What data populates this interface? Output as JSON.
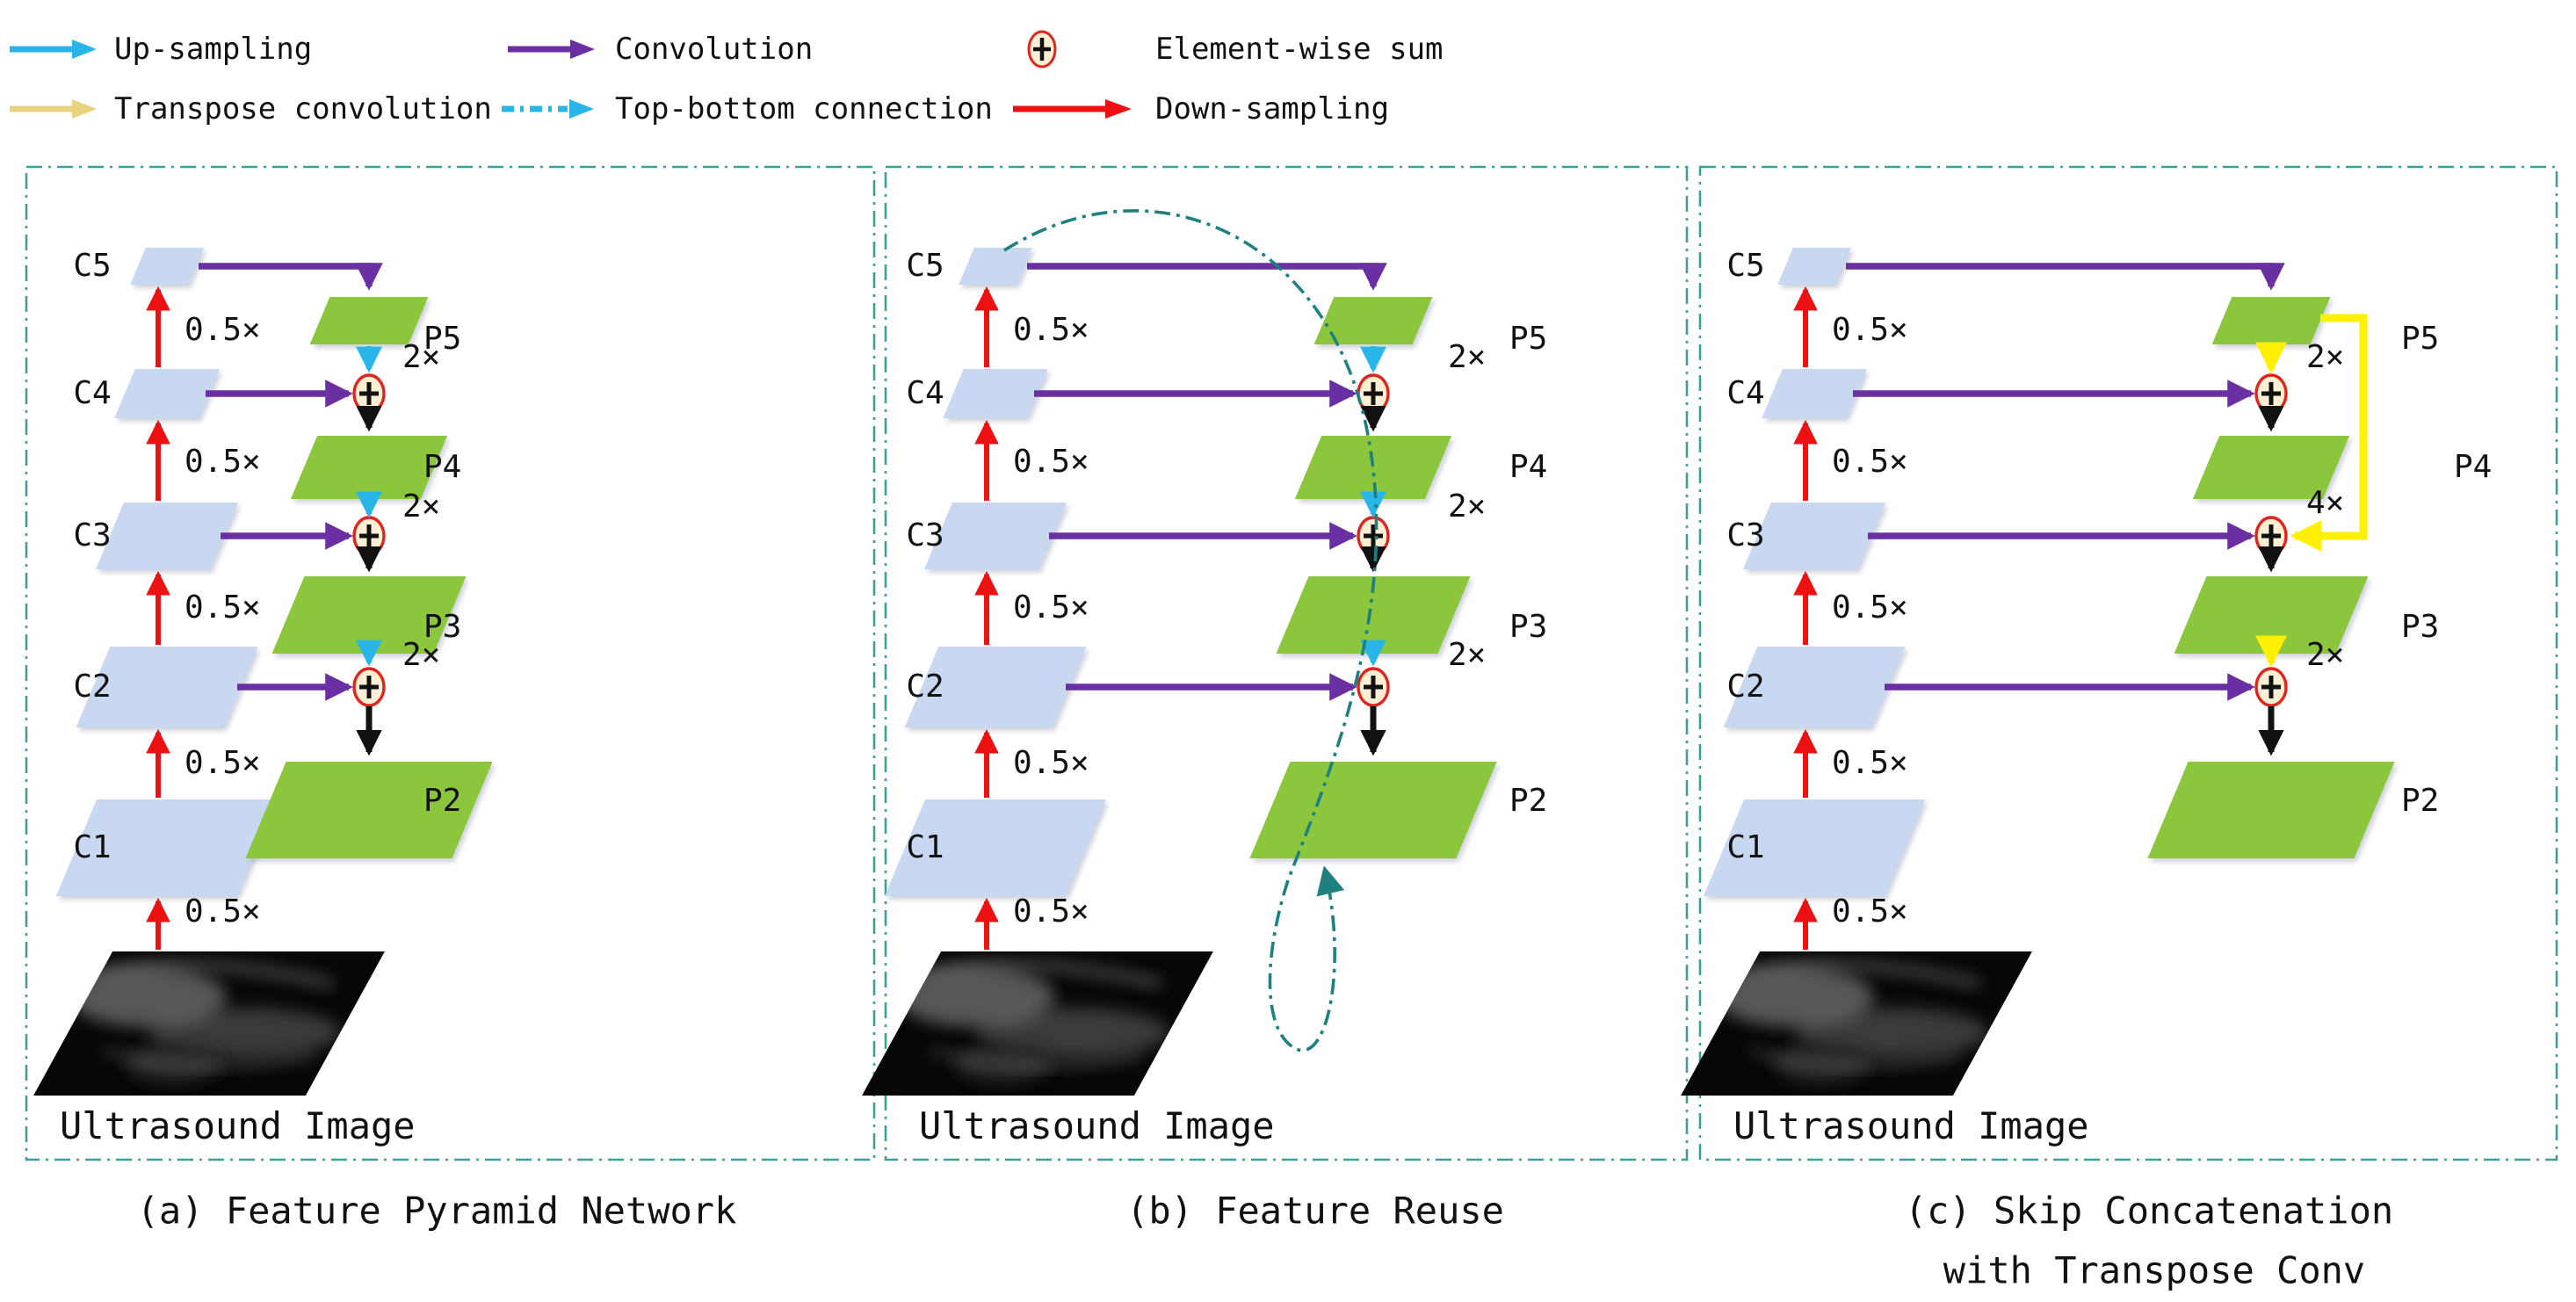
{
  "legend": {
    "items": [
      {
        "name": "up-sampling",
        "label": "Up-sampling",
        "glyph": "arrow",
        "color": "#29b5e8"
      },
      {
        "name": "convolution",
        "label": "Convolution",
        "glyph": "arrow",
        "color": "#6a2fa2"
      },
      {
        "name": "element-wise-sum",
        "label": "Element-wise sum",
        "glyph": "circled-plus",
        "color": "#e0251f"
      },
      {
        "name": "transpose-convolution",
        "label": "Transpose convolution",
        "glyph": "arrow",
        "color": "#e9d27d"
      },
      {
        "name": "top-bottom-connection",
        "label": "Top-bottom connection",
        "glyph": "dash-dot-arrow",
        "color": "#29b5e8"
      },
      {
        "name": "down-sampling",
        "label": "Down-sampling",
        "glyph": "arrow",
        "color": "#ee1111"
      }
    ]
  },
  "panels": [
    {
      "id": "a",
      "caption_lines": [
        "(a) Feature Pyramid Network"
      ],
      "encoder_labels": [
        "C5",
        "C4",
        "C3",
        "C2",
        "C1"
      ],
      "decoder_labels": [
        "P5",
        "P4",
        "P3",
        "P2"
      ],
      "downscale_labels": [
        "0.5×",
        "0.5×",
        "0.5×",
        "0.5×",
        "0.5×"
      ],
      "upsample_labels": [
        "2×",
        "2×",
        "2×"
      ],
      "skip_connection_label": null,
      "input_label": "Ultrasound Image",
      "upsample_type": "up-sampling",
      "top_bottom_curve": false
    },
    {
      "id": "b",
      "caption_lines": [
        "(b) Feature Reuse"
      ],
      "encoder_labels": [
        "C5",
        "C4",
        "C3",
        "C2",
        "C1"
      ],
      "decoder_labels": [
        "P5",
        "P4",
        "P3",
        "P2"
      ],
      "downscale_labels": [
        "0.5×",
        "0.5×",
        "0.5×",
        "0.5×",
        "0.5×"
      ],
      "upsample_labels": [
        "2×",
        "2×",
        "2×"
      ],
      "skip_connection_label": null,
      "input_label": "Ultrasound Image",
      "upsample_type": "up-sampling",
      "top_bottom_curve": true
    },
    {
      "id": "c",
      "caption_lines": [
        "(c) Skip Concatenation",
        "with Transpose Conv"
      ],
      "encoder_labels": [
        "C5",
        "C4",
        "C3",
        "C2",
        "C1"
      ],
      "decoder_labels": [
        "P5",
        "P4",
        "P3",
        "P2"
      ],
      "downscale_labels": [
        "0.5×",
        "0.5×",
        "0.5×",
        "0.5×",
        "0.5×"
      ],
      "upsample_labels": [
        "2×",
        "2×"
      ],
      "skip_connection_label": "4×",
      "input_label": "Ultrasound Image",
      "upsample_type": "transpose-convolution",
      "top_bottom_curve": false
    }
  ],
  "colors": {
    "up_sampling": "#29b5e8",
    "convolution": "#6a2fa2",
    "down_sampling": "#ee1111",
    "transpose_convolution": "#ffef00",
    "transpose_convolution_legend": "#e9d27d",
    "top_bottom_connection": "#1f8080",
    "sum_stroke": "#e0251f",
    "sum_fill": "#fcefd4",
    "encoder_box": "#c7d8f0",
    "decoder_box": "#8cc63e",
    "panel_border": "#3f9f92",
    "arrow_black": "#111111",
    "text": "#111111"
  }
}
